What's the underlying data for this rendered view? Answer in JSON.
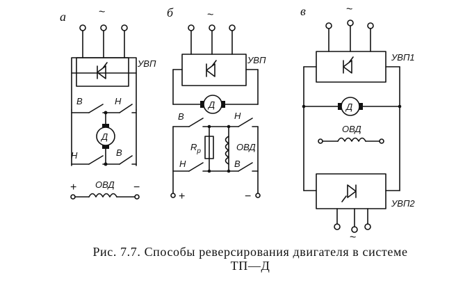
{
  "panels": {
    "a": {
      "letter": "а",
      "converter": "УВП",
      "motor": "Д",
      "switch_forward": "В",
      "switch_reverse": "Н",
      "field_winding": "ОВД",
      "plus": "+",
      "minus": "−",
      "ac_symbol": "~"
    },
    "b": {
      "letter": "б",
      "converter": "УВП",
      "motor": "Д",
      "switch_forward": "В",
      "switch_reverse": "Н",
      "field_winding": "ОВД",
      "resistor": "R",
      "resistor_sub": "р",
      "plus": "+",
      "minus": "−",
      "ac_symbol": "~"
    },
    "c": {
      "letter": "в",
      "converter1": "УВП1",
      "converter2": "УВП2",
      "motor": "Д",
      "field_winding": "ОВД",
      "ac_symbol": "~"
    }
  },
  "caption": {
    "line1": "Рис.  7.7. Способы  реверсирования  двигателя  в  системе",
    "line2": "ТП—Д"
  }
}
